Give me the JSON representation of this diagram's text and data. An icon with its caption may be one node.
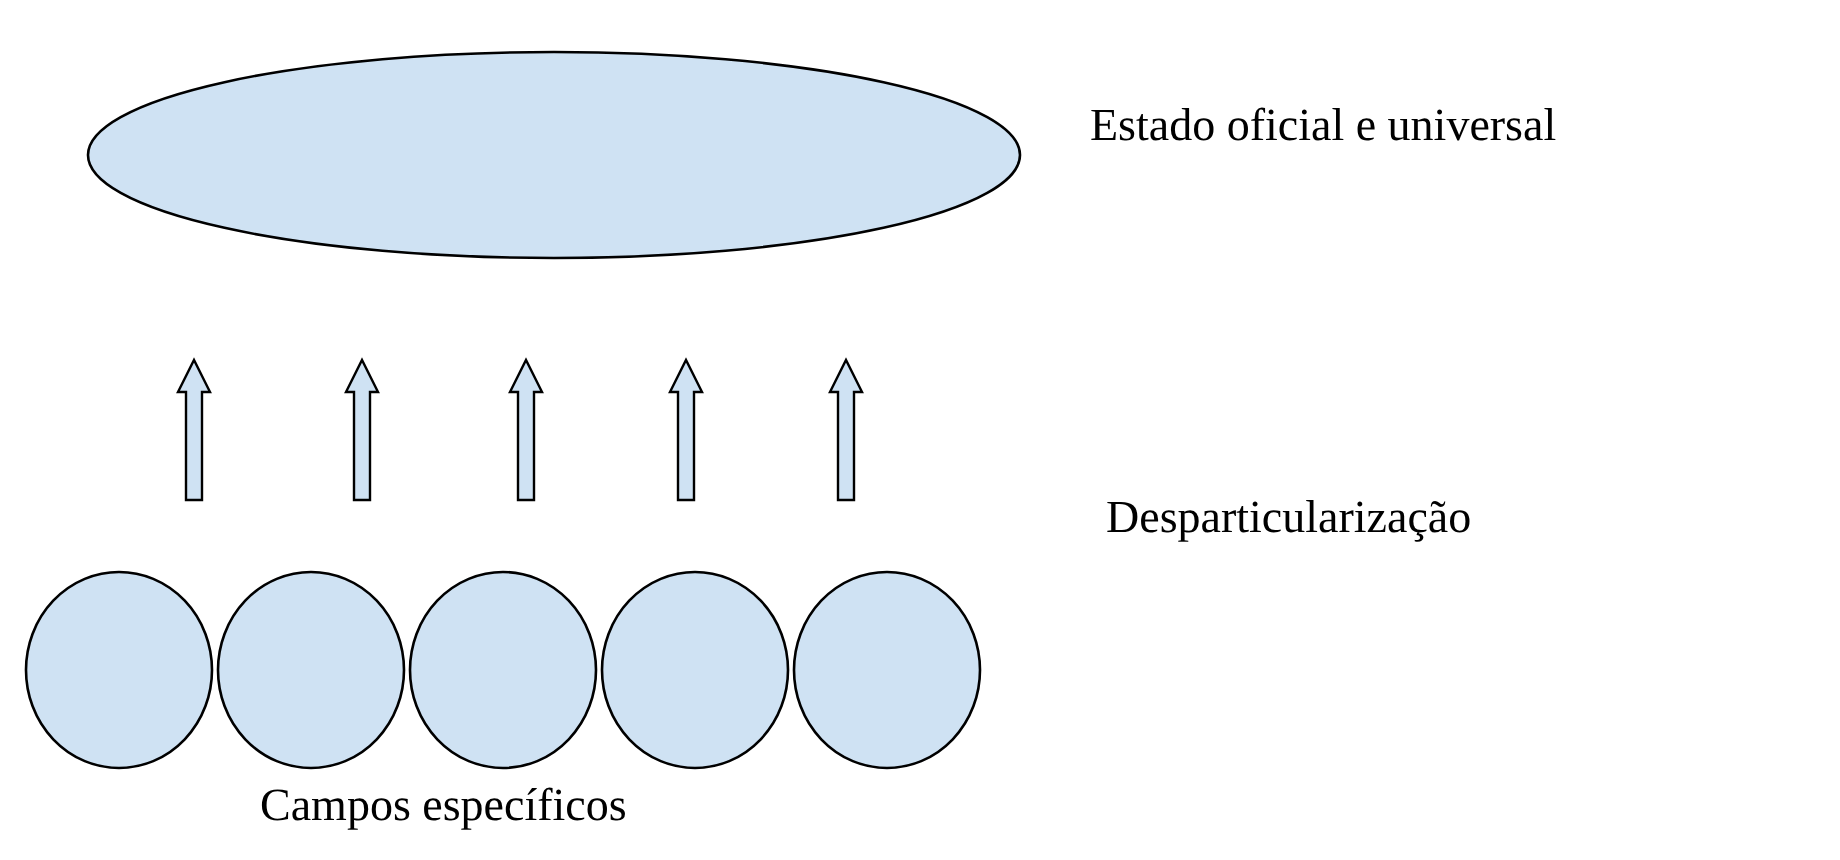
{
  "diagram": {
    "nodes": [
      {
        "text": [],
        "shape": "ellipse"
      },
      {
        "text": [],
        "shape": "ellipse"
      },
      {
        "text": [],
        "shape": "ellipse"
      },
      {
        "text": [],
        "shape": "ellipse"
      },
      {
        "text": [],
        "shape": "ellipse"
      },
      {
        "text": [],
        "shape": "ellipse"
      }
    ],
    "edges": [
      {
        "from": 1,
        "to": 0,
        "arrow": "to"
      },
      {
        "from": 2,
        "to": 0,
        "arrow": "to"
      },
      {
        "from": 3,
        "to": 0,
        "arrow": "to"
      },
      {
        "from": 4,
        "to": 0,
        "arrow": "to"
      },
      {
        "from": 5,
        "to": 0,
        "arrow": "to"
      }
    ],
    "labels": [
      "Estado oficial e universal",
      "Desparticularização",
      "Campos específicos"
    ]
  }
}
